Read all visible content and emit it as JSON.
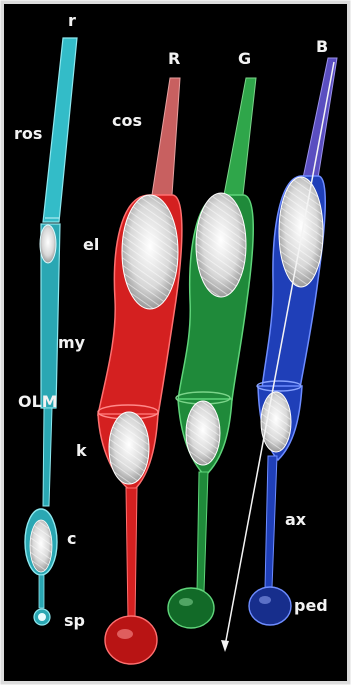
{
  "figure": {
    "background": "#000000",
    "frame": "#dcdcdc",
    "label_color": "#f2f2f2"
  },
  "cones": [
    {
      "id": "red",
      "label": "R",
      "color": "#d42020",
      "cap": "#c86060"
    },
    {
      "id": "green",
      "label": "G",
      "color": "#1f8a3a",
      "cap": "#2fa64a"
    },
    {
      "id": "blue",
      "label": "B",
      "color": "#1f3fb8",
      "cap": "#5a4ec0"
    }
  ],
  "rod": {
    "label": "r",
    "color": "#33bcc8"
  },
  "labels": {
    "ros": "ros",
    "cos": "cos",
    "el": "el",
    "my": "my",
    "olm": "OLM",
    "k": "k",
    "c": "c",
    "sp": "sp",
    "ax": "ax",
    "ped": "ped"
  }
}
